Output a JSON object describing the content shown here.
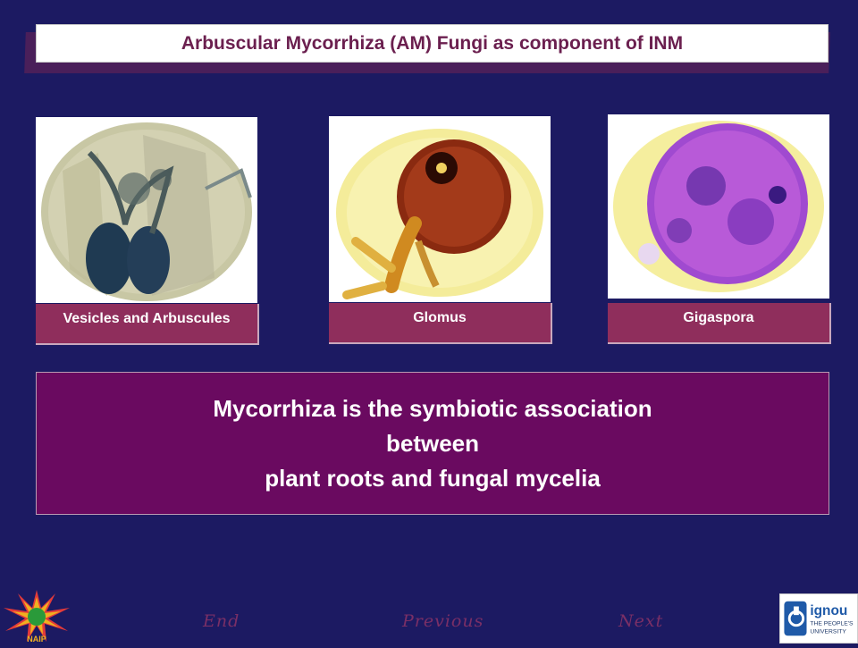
{
  "slide": {
    "title": "Arbuscular Mycorrhiza (AM) Fungi as component of INM",
    "panels": [
      {
        "caption": "Vesicles and Arbuscules",
        "image": "vesicles-arbuscules-micrograph"
      },
      {
        "caption": "Glomus",
        "image": "glomus-spore-micrograph"
      },
      {
        "caption": "Gigaspora",
        "image": "gigaspora-spore-micrograph"
      }
    ],
    "info_lines": [
      "Mycorrhiza is the symbiotic association",
      "between",
      "plant roots and fungal mycelia"
    ]
  },
  "nav": {
    "end": "End",
    "previous": "Previous",
    "next": "Next"
  },
  "logos": {
    "left": {
      "name": "naip-logo",
      "text": "NAIP"
    },
    "right": {
      "name": "ignou-logo",
      "brand": "ignou",
      "line1": "THE PEOPLE'S",
      "line2": "UNIVERSITY"
    }
  },
  "colors": {
    "background": "#1c1a62",
    "title_text": "#6b1f4f",
    "caption_bg": "#8f2e5c",
    "info_bg": "#6a0a60",
    "nav_text": "#7a2f66"
  }
}
